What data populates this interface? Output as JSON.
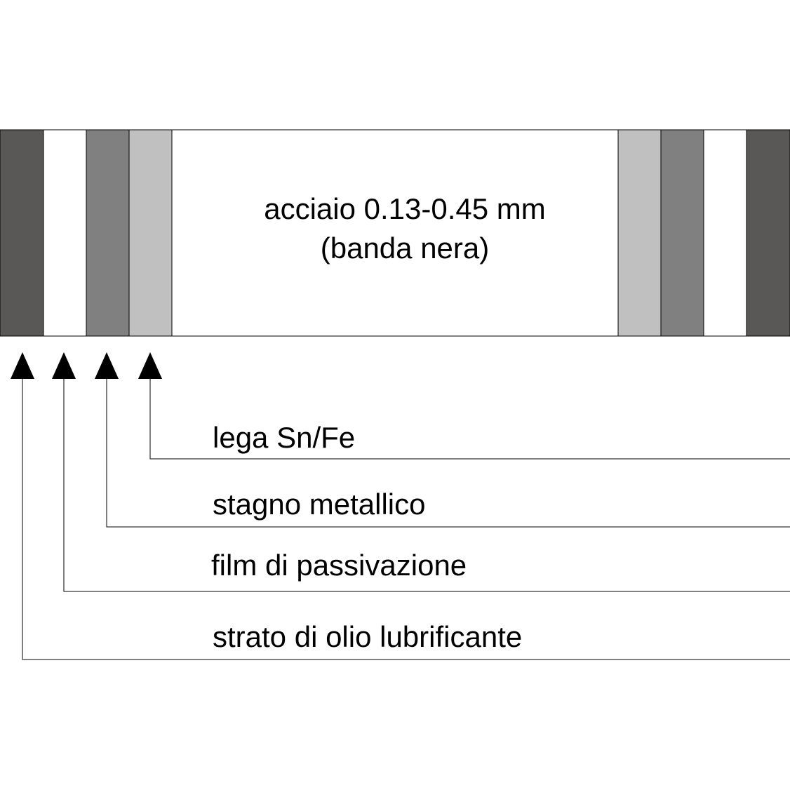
{
  "diagram": {
    "core": {
      "line1": "acciaio 0.13-0.45 mm",
      "line2": "(banda nera)",
      "color": "#ffffff"
    },
    "layers": [
      {
        "label": "lega Sn/Fe",
        "color": "#c0c0c0"
      },
      {
        "label": "stagno metallico",
        "color": "#808080"
      },
      {
        "label": "film di passivazione",
        "color": "#ffffff"
      },
      {
        "label": "strato di olio lubrificante",
        "color": "#5a5757"
      }
    ],
    "stroke_color": "#000000"
  }
}
